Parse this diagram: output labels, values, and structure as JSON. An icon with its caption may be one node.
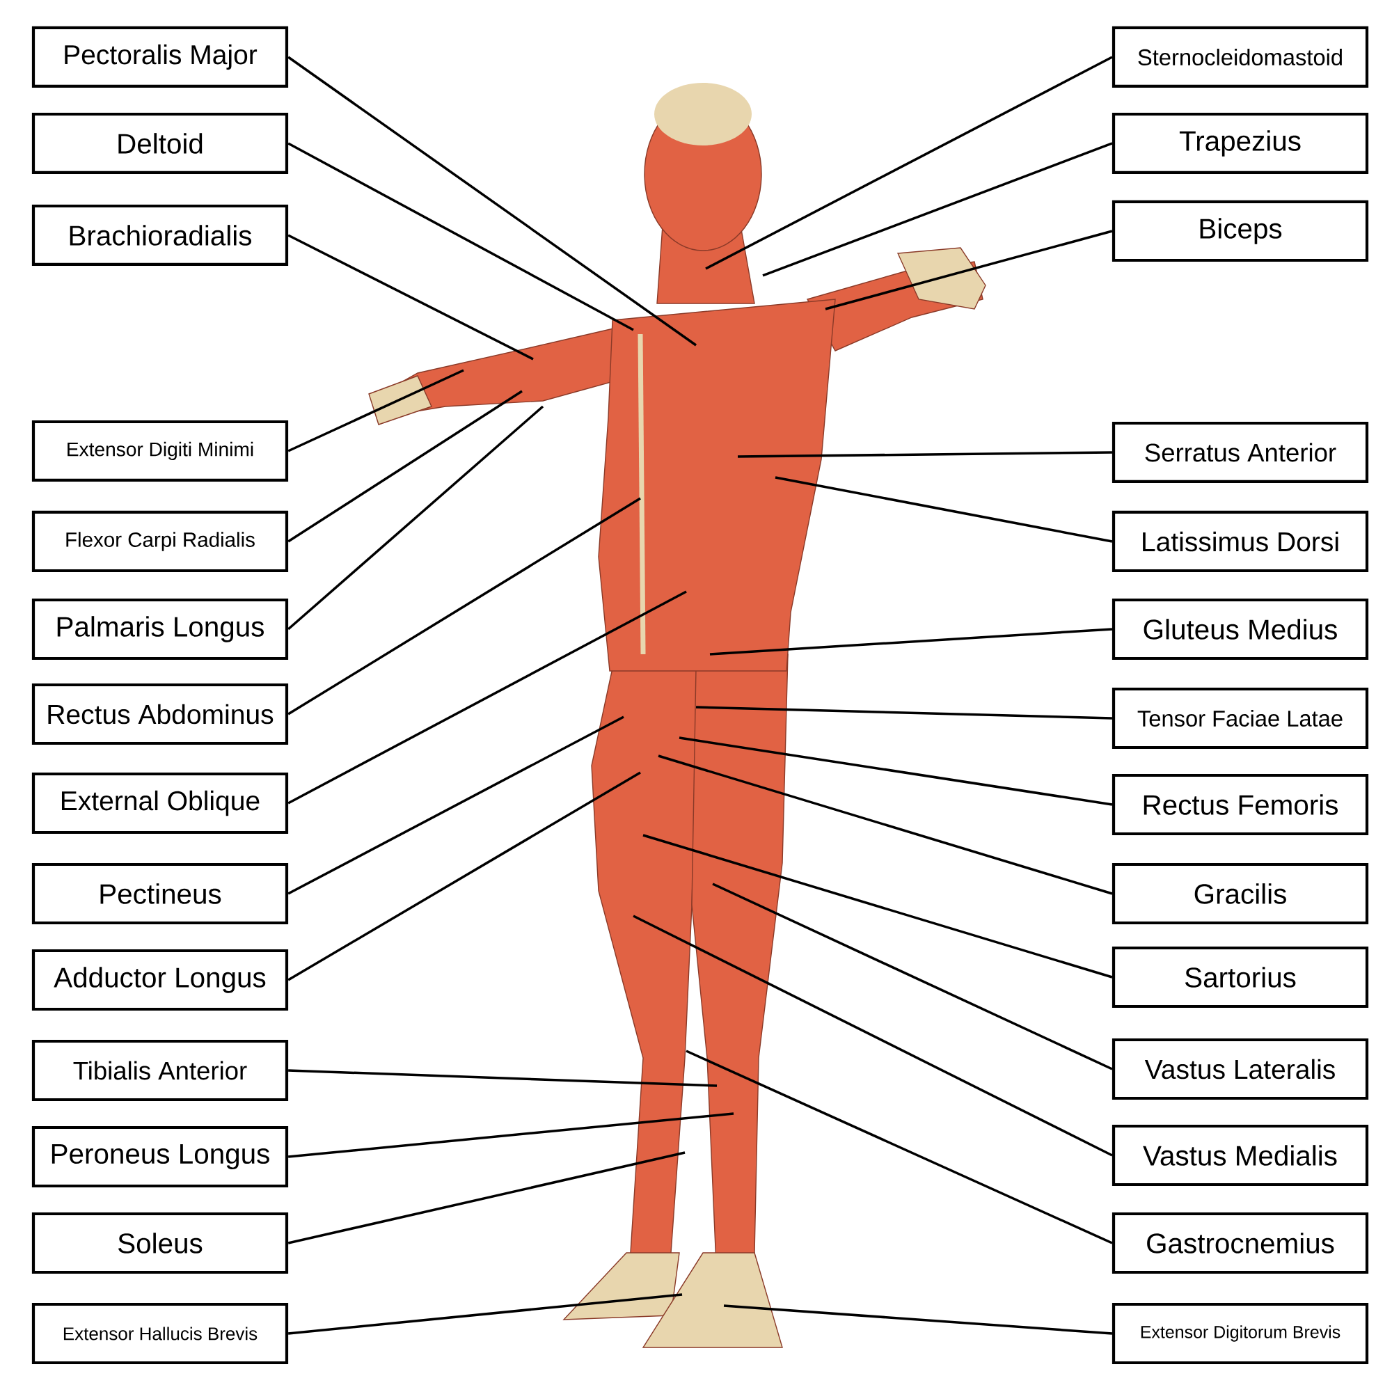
{
  "diagram": {
    "nodes": [
      {
        "text": [
          "Pectoralis Major"
        ]
      },
      {
        "text": [
          "Deltoid"
        ]
      },
      {
        "text": [
          "Brachioradialis"
        ]
      },
      {
        "text": [
          "Extensor Digiti Minimi"
        ]
      },
      {
        "text": [
          "Flexor Carpi Radialis"
        ]
      },
      {
        "text": [
          "Palmaris Longus"
        ]
      },
      {
        "text": [
          "Rectus Abdominus"
        ]
      },
      {
        "text": [
          "External Oblique"
        ]
      },
      {
        "text": [
          "Pectineus"
        ]
      },
      {
        "text": [
          "Adductor Longus"
        ]
      },
      {
        "text": [
          "Tibialis Anterior"
        ]
      },
      {
        "text": [
          "Peroneus Longus"
        ]
      },
      {
        "text": [
          "Soleus"
        ]
      },
      {
        "text": [
          "Extensor Hallucis Brevis"
        ]
      },
      {
        "text": [
          "Sternocleidomastoid"
        ]
      },
      {
        "text": [
          "Trapezius"
        ]
      },
      {
        "text": [
          "Biceps"
        ]
      },
      {
        "text": [
          "Serratus Anterior"
        ]
      },
      {
        "text": [
          "Latissimus Dorsi"
        ]
      },
      {
        "text": [
          "Gluteus Medius"
        ]
      },
      {
        "text": [
          "Tensor Faciae Latae"
        ]
      },
      {
        "text": [
          "Rectus Femoris"
        ]
      },
      {
        "text": [
          "Gracilis"
        ]
      },
      {
        "text": [
          "Sartorius"
        ]
      },
      {
        "text": [
          "Vastus Lateralis"
        ]
      },
      {
        "text": [
          "Vastus Medialis"
        ]
      },
      {
        "text": [
          "Gastrocnemius"
        ]
      },
      {
        "text": [
          "Extensor Digitorum Brevis"
        ]
      }
    ],
    "edges": [
      {
        "from": 0,
        "to": null,
        "arrow": "none"
      },
      {
        "from": 1,
        "to": null,
        "arrow": "none"
      },
      {
        "from": 2,
        "to": null,
        "arrow": "none"
      },
      {
        "from": 3,
        "to": null,
        "arrow": "none"
      },
      {
        "from": 4,
        "to": null,
        "arrow": "none"
      },
      {
        "from": 5,
        "to": null,
        "arrow": "none"
      },
      {
        "from": 6,
        "to": null,
        "arrow": "none"
      },
      {
        "from": 7,
        "to": null,
        "arrow": "none"
      },
      {
        "from": 8,
        "to": null,
        "arrow": "none"
      },
      {
        "from": 9,
        "to": null,
        "arrow": "none"
      },
      {
        "from": 10,
        "to": null,
        "arrow": "none"
      },
      {
        "from": 11,
        "to": null,
        "arrow": "none"
      },
      {
        "from": 12,
        "to": null,
        "arrow": "none"
      },
      {
        "from": 13,
        "to": null,
        "arrow": "none"
      },
      {
        "from": 14,
        "to": null,
        "arrow": "none"
      },
      {
        "from": 15,
        "to": null,
        "arrow": "none"
      },
      {
        "from": 16,
        "to": null,
        "arrow": "none"
      },
      {
        "from": 17,
        "to": null,
        "arrow": "none"
      },
      {
        "from": 18,
        "to": null,
        "arrow": "none"
      },
      {
        "from": 19,
        "to": null,
        "arrow": "none"
      },
      {
        "from": 20,
        "to": null,
        "arrow": "none"
      },
      {
        "from": 21,
        "to": null,
        "arrow": "none"
      },
      {
        "from": 22,
        "to": null,
        "arrow": "none"
      },
      {
        "from": 23,
        "to": null,
        "arrow": "none"
      },
      {
        "from": 24,
        "to": null,
        "arrow": "none"
      },
      {
        "from": 25,
        "to": null,
        "arrow": "none"
      },
      {
        "from": 26,
        "to": null,
        "arrow": "none"
      },
      {
        "from": 27,
        "to": null,
        "arrow": "none"
      }
    ]
  }
}
